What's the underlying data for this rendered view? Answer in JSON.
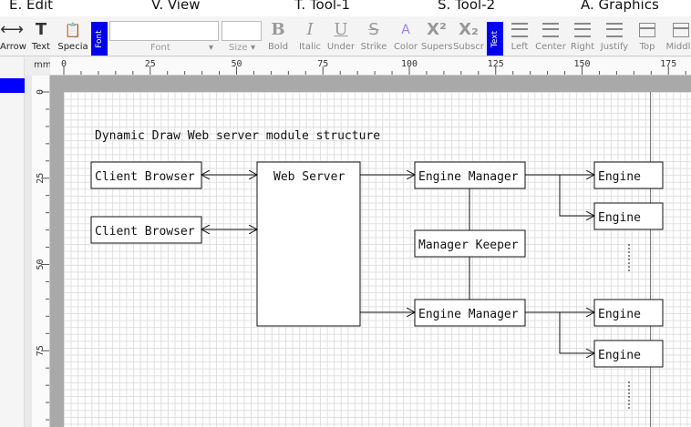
{
  "menu": [
    "E. Edit",
    "V. View",
    "T. Tool-1",
    "S. Tool-2",
    "A. Graphics"
  ],
  "toolbar": {
    "arrow_label": "Arrow",
    "text_label": "Text",
    "special_label": "Specia",
    "font_tag": "Font",
    "font_value": "",
    "font_label": "Font",
    "size_value": "",
    "size_label": "Size",
    "bold_label": "Bold",
    "italic_label": "Italic",
    "under_label": "Under",
    "strike_label": "Strike",
    "color_label": "Color",
    "supers_label": "Supers",
    "subscr_label": "Subscr",
    "text_tag": "Text",
    "left_label": "Left",
    "center_label": "Center",
    "right_label": "Right",
    "justify_label": "Justify",
    "top_label": "Top",
    "middle_label": "Middle"
  },
  "rulers": {
    "units": "mm",
    "h_ticks": [
      "0",
      "25",
      "50",
      "75",
      "100",
      "125",
      "150",
      "175"
    ],
    "v_ticks": [
      "0",
      "25",
      "50",
      "75"
    ]
  },
  "diagram": {
    "title": "Dynamic Draw Web server module structure",
    "client1": "Client Browser",
    "client2": "Client Browser",
    "web_server": "Web Server",
    "manager1": "Engine Manager",
    "keeper": "Manager Keeper",
    "manager2": "Engine Manager",
    "engine1": "Engine",
    "engine2": "Engine",
    "engine3": "Engine",
    "engine4": "Engine"
  },
  "colors": {
    "accent": "#0000ee",
    "canvas_bg": "#a9a9a9",
    "grid": "#dedede"
  }
}
